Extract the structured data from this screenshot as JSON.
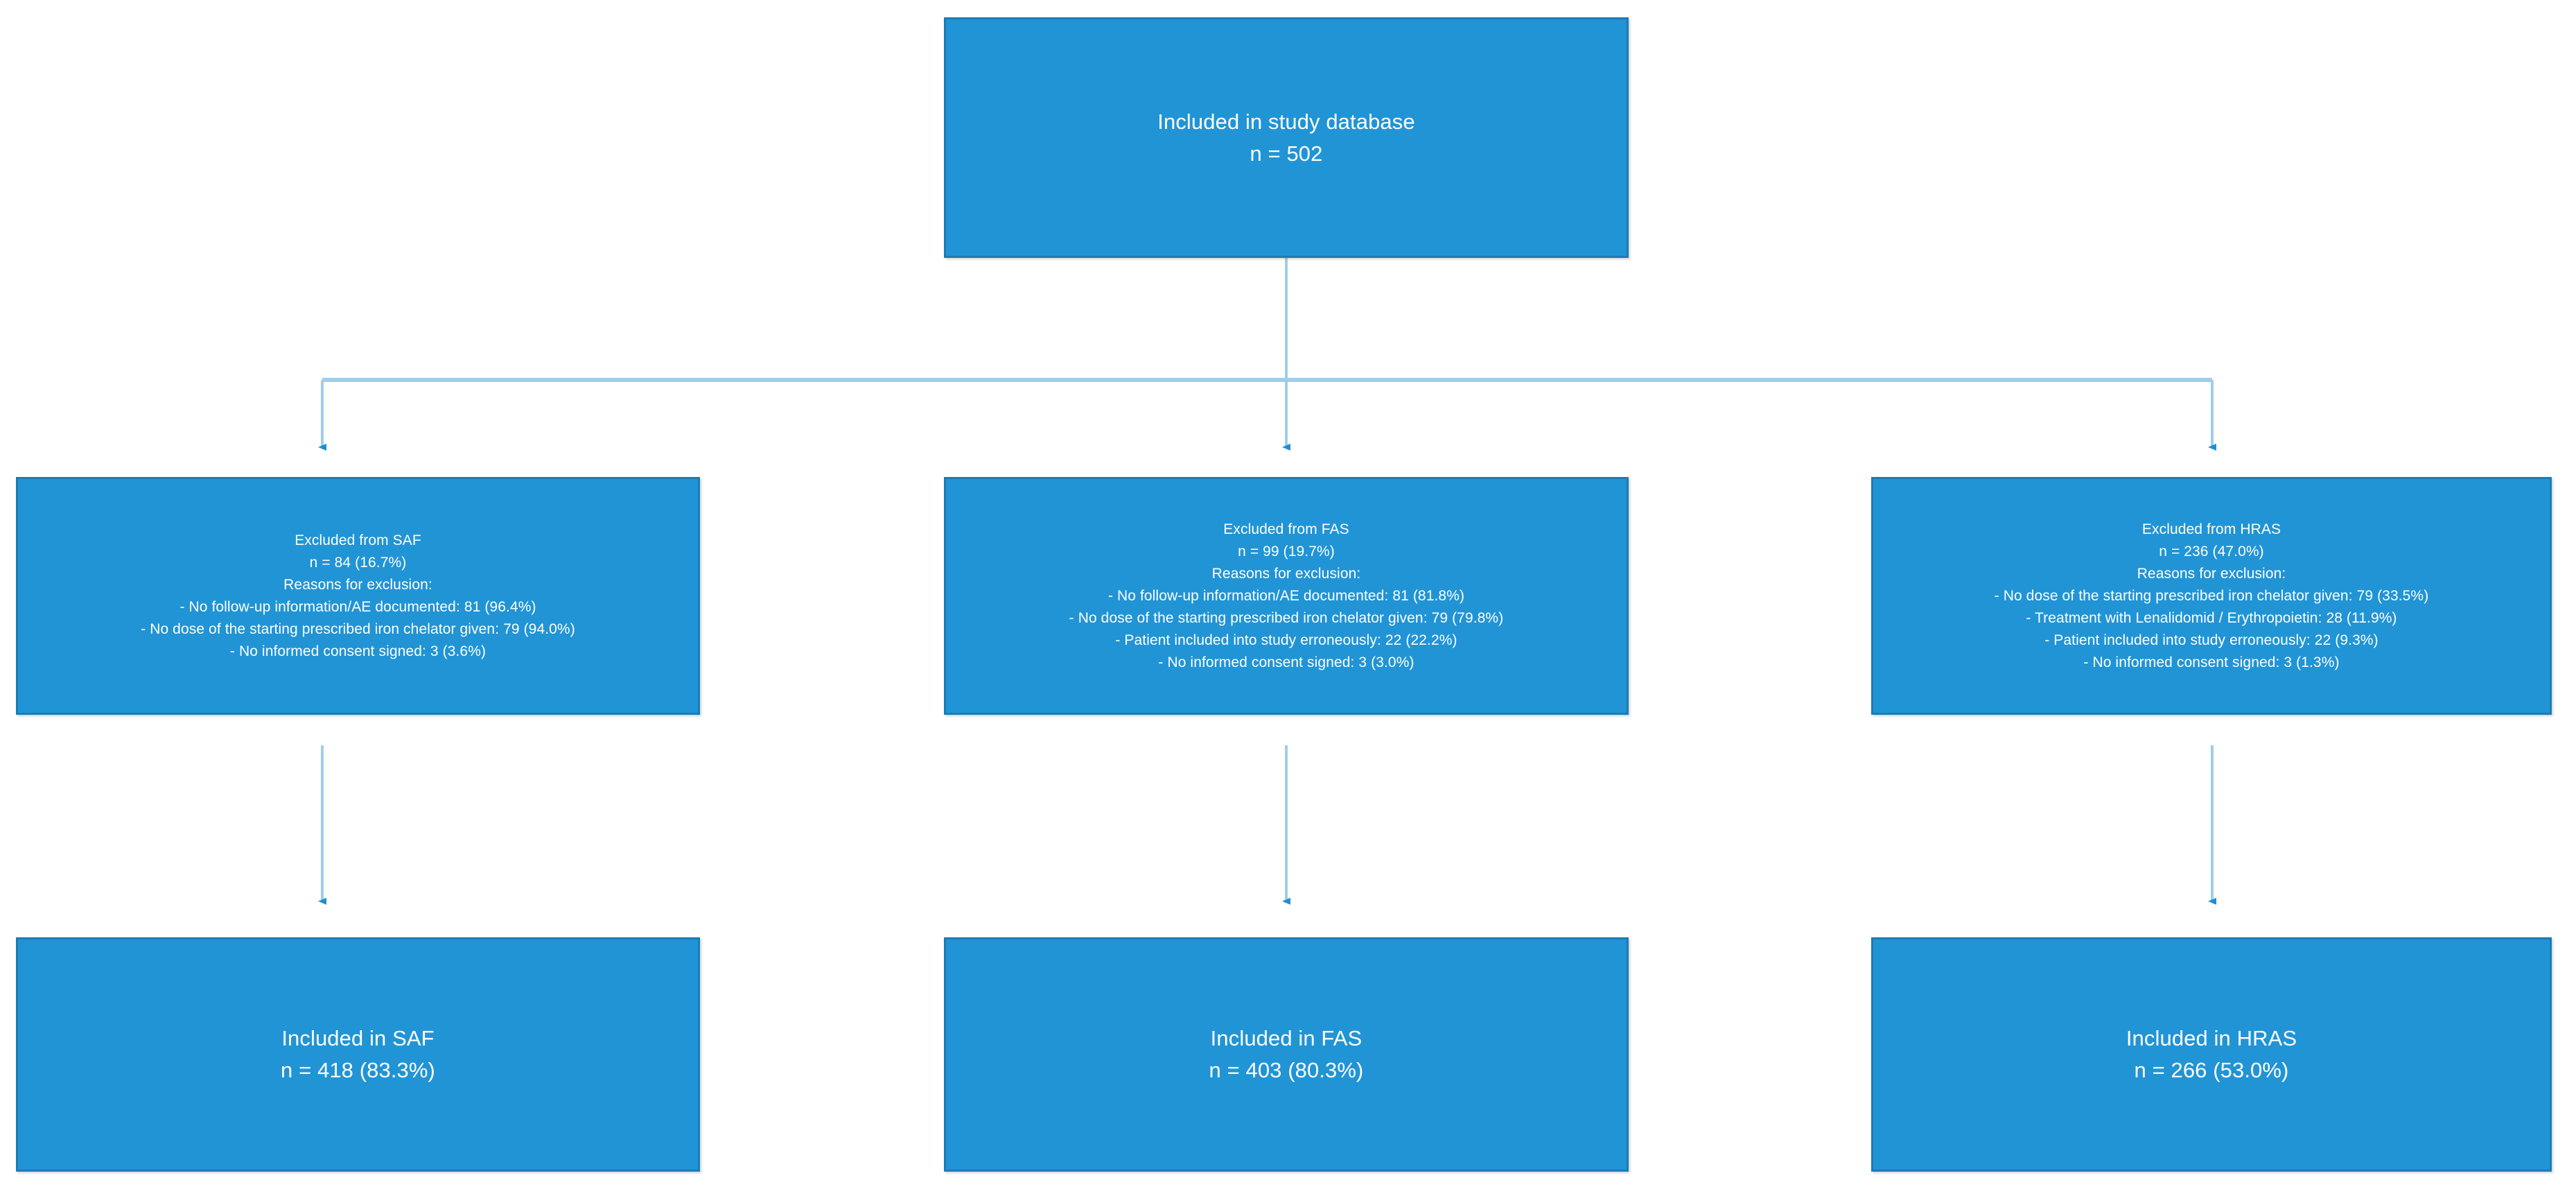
{
  "diagram": {
    "type": "flowchart",
    "title": "Study population flow diagram",
    "colors": {
      "box_fill": "#2194D6",
      "box_border": "#1C7CB4",
      "box_text": "#FFFFFF",
      "connector_line": "#9FCDEA",
      "arrow_head": "#1E8FD0",
      "background": "#FFFFFF"
    },
    "nodes": {
      "top": {
        "lines": [
          "Included in study database",
          "n = 502"
        ]
      },
      "excluded_saf": {
        "lines": [
          "Excluded from SAF",
          "n = 84 (16.7%)",
          "Reasons for exclusion:",
          "- No follow-up information/AE documented: 81 (96.4%)",
          "- No dose of the starting prescribed iron chelator given: 79 (94.0%)",
          "- No informed consent signed: 3 (3.6%)"
        ]
      },
      "excluded_fas": {
        "lines": [
          "Excluded from FAS",
          "n = 99 (19.7%)",
          "Reasons for exclusion:",
          "- No follow-up information/AE documented: 81 (81.8%)",
          "- No dose of the starting prescribed iron chelator given: 79 (79.8%)",
          "- Patient included into study erroneously: 22 (22.2%)",
          "- No informed consent signed: 3 (3.0%)"
        ]
      },
      "excluded_hras": {
        "lines": [
          "Excluded from HRAS",
          "n = 236 (47.0%)",
          "Reasons for exclusion:",
          "- No dose of the starting prescribed iron chelator given: 79 (33.5%)",
          "- Treatment with Lenalidomid / Erythropoietin: 28 (11.9%)",
          "- Patient included into study erroneously: 22 (9.3%)",
          "- No informed consent signed: 3 (1.3%)"
        ]
      },
      "included_saf": {
        "lines": [
          "Included in SAF",
          "n = 418 (83.3%)"
        ]
      },
      "included_fas": {
        "lines": [
          "Included in FAS",
          "n = 403 (80.3%)"
        ]
      },
      "included_hras": {
        "lines": [
          "Included in HRAS",
          "n = 266 (53.0%)"
        ]
      }
    }
  }
}
